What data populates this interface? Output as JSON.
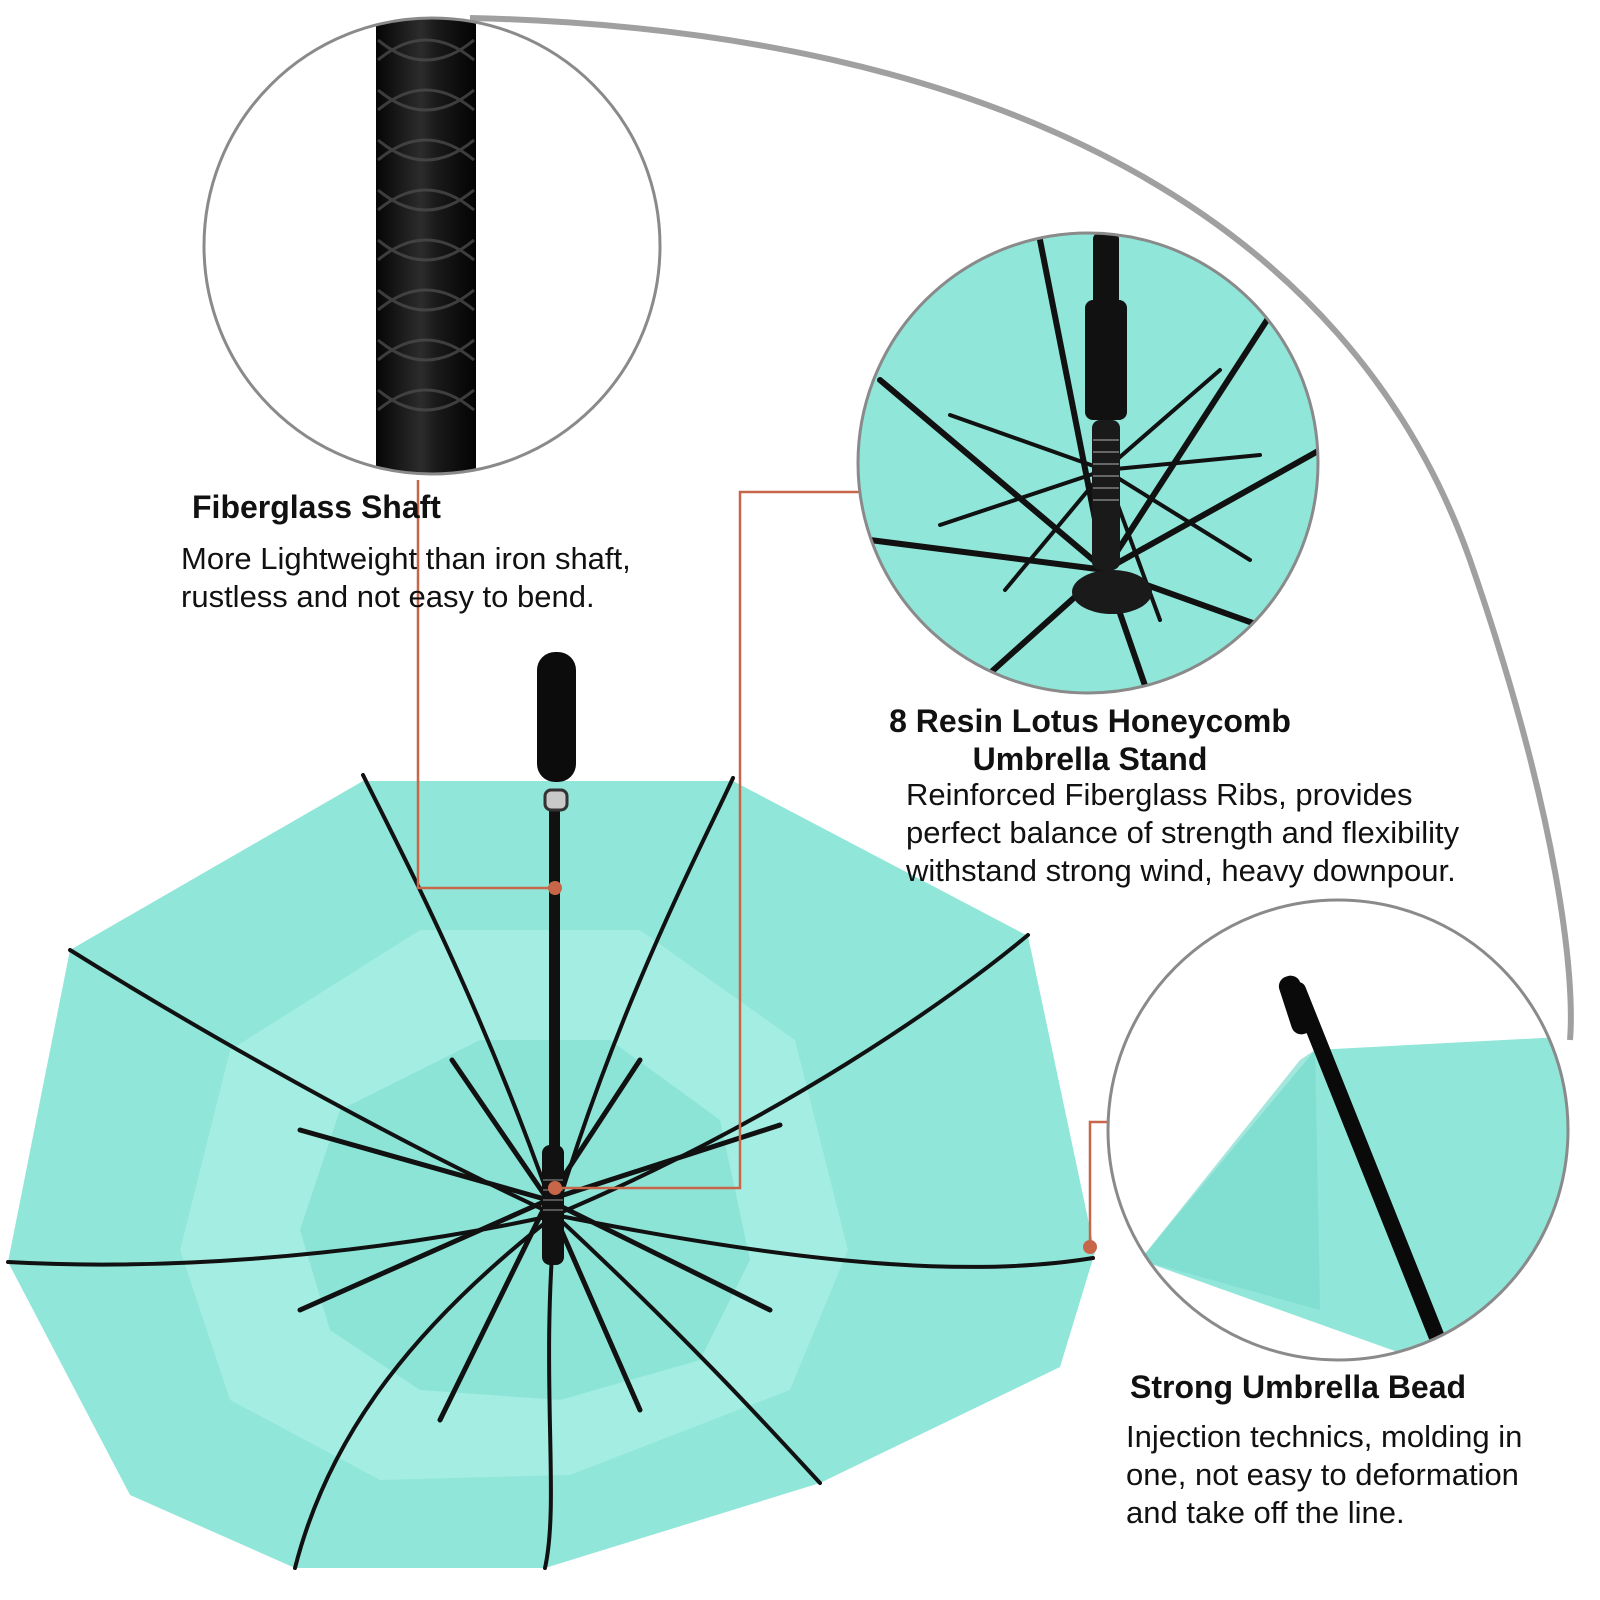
{
  "colors": {
    "canopy": "#8FE6D9",
    "canopy_light": "#B4F0E7",
    "canopy_dark": "#6FD6C7",
    "frame": "#111111",
    "callout_line": "#C8664A",
    "arc": "#A0A0A0",
    "circle_border": "#8A8A8A"
  },
  "features": [
    {
      "title": "Fiberglass Shaft",
      "description": "More Lightweight than iron shaft,\nrustless and not easy to bend."
    },
    {
      "title": "8 Resin Lotus Honeycomb\nUmbrella Stand",
      "description": "Reinforced Fiberglass Ribs, provides\nperfect balance of strength and flexibility\nwithstand strong wind, heavy downpour."
    },
    {
      "title": "Strong Umbrella Bead",
      "description": "Injection technics, molding in\none, not easy to deformation\nand take off the line."
    }
  ]
}
